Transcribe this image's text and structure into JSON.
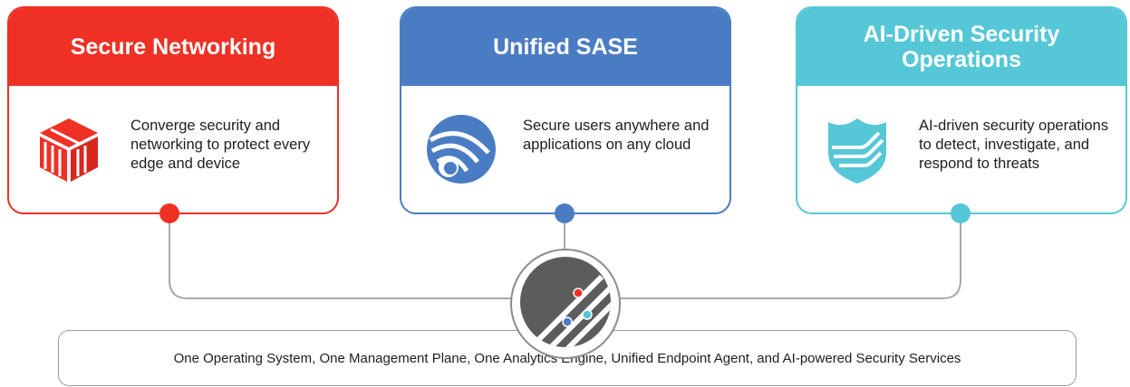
{
  "colors": {
    "red": "#ee3124",
    "blue": "#4a7cc3",
    "teal": "#55c7d6",
    "connector": "#a8a8a8",
    "hub_dark": "#5c5c5c"
  },
  "cards": [
    {
      "title": "Secure Networking",
      "description": "Converge security and networking to protect every edge and device",
      "icon": "secure-networking-cube-icon"
    },
    {
      "title": "Unified SASE",
      "description": "Secure users anywhere and applications on any cloud",
      "icon": "sase-signal-icon"
    },
    {
      "title": "AI-Driven Security Operations",
      "description": "AI-driven security operations to detect, investigate, and respond to threats",
      "icon": "shield-icon"
    }
  ],
  "hub": {
    "icon": "platform-hub-icon"
  },
  "footer": {
    "text": "One Operating System, One Management Plane, One Analytics Engine, Unified Endpoint Agent, and AI-powered Security Services"
  }
}
